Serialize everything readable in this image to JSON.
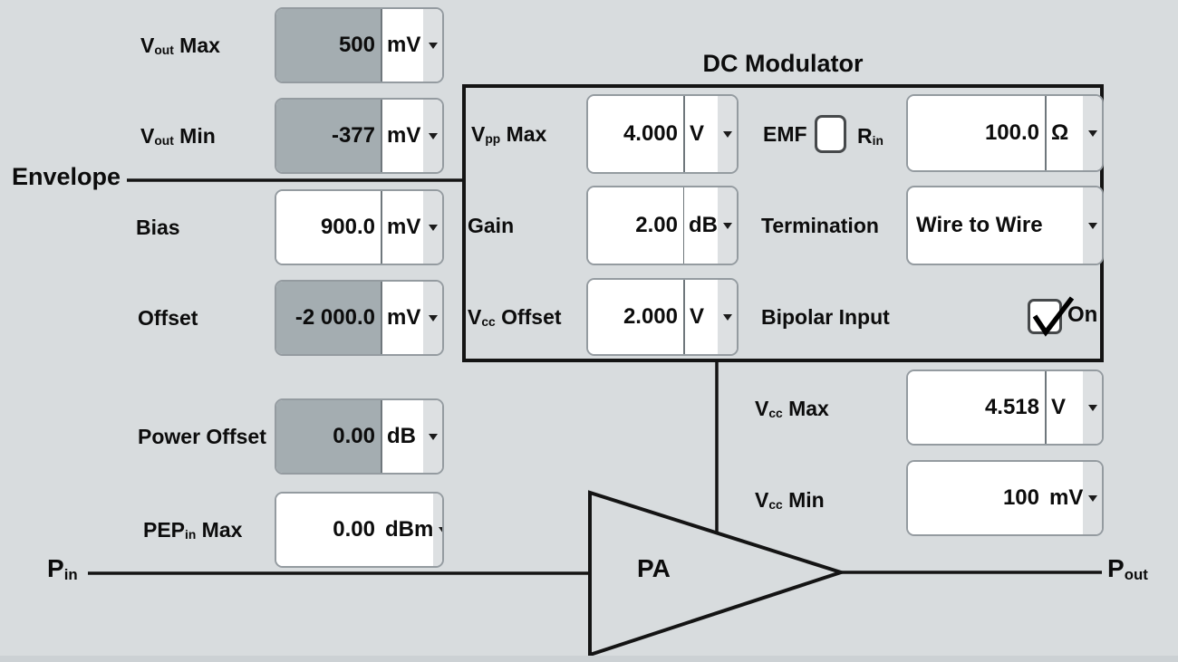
{
  "colors": {
    "background": "#d8dcde",
    "disabled_value_bg": "#a4adb1",
    "field_border": "#949ba0",
    "schematic_line": "#141414"
  },
  "diagram": {
    "envelope_label": "Envelope",
    "dc_modulator_title": "DC Modulator",
    "pa_label": "PA",
    "pin_label": {
      "base": "P",
      "sub": "in"
    },
    "pout_label": {
      "base": "P",
      "sub": "out"
    }
  },
  "fields": {
    "vout_max": {
      "label_base": "V",
      "label_sub": "out",
      "label_rest": " Max",
      "value": "500",
      "unit": "mV",
      "disabled": true
    },
    "vout_min": {
      "label_base": "V",
      "label_sub": "out",
      "label_rest": " Min",
      "value": "-377",
      "unit": "mV",
      "disabled": true
    },
    "bias": {
      "label_base": "Bias",
      "label_sub": "",
      "label_rest": "",
      "value": "900.0",
      "unit": "mV",
      "disabled": false
    },
    "offset": {
      "label_base": "Offset",
      "label_sub": "",
      "label_rest": "",
      "value": "-2 000.0",
      "unit": "mV",
      "disabled": true
    },
    "power_offset": {
      "label_base": "Power Offset",
      "label_sub": "",
      "label_rest": "",
      "value": "0.00",
      "unit": "dB",
      "disabled": true
    },
    "pep_in_max": {
      "label_base": "PEP",
      "label_sub": "in",
      "label_rest": " Max",
      "value": "0.00",
      "unit": "dBm",
      "disabled": false
    },
    "vpp_max": {
      "label_base": "V",
      "label_sub": "pp",
      "label_rest": " Max",
      "value": "4.000",
      "unit": "V",
      "disabled": false
    },
    "gain": {
      "label_base": "Gain",
      "label_sub": "",
      "label_rest": "",
      "value": "2.00",
      "unit": "dB",
      "disabled": false
    },
    "vcc_offset": {
      "label_base": "V",
      "label_sub": "cc",
      "label_rest": " Offset",
      "value": "2.000",
      "unit": "V",
      "disabled": false
    },
    "rin": {
      "label_base": "R",
      "label_sub": "in",
      "label_rest": "",
      "value": "100.0",
      "unit": "Ω",
      "disabled": false
    },
    "vcc_max": {
      "label_base": "V",
      "label_sub": "cc",
      "label_rest": " Max",
      "value": "4.518",
      "unit": "V",
      "disabled": false
    },
    "vcc_min": {
      "label_base": "V",
      "label_sub": "cc",
      "label_rest": " Min",
      "value": "100",
      "unit": "mV",
      "disabled": false
    }
  },
  "dropdowns": {
    "termination": {
      "label": "Termination",
      "value": "Wire to Wire"
    }
  },
  "checkboxes": {
    "emf": {
      "label": "EMF",
      "checked": false
    },
    "bipolar_input": {
      "label": "Bipolar Input",
      "state_label": "On",
      "checked": true
    }
  }
}
